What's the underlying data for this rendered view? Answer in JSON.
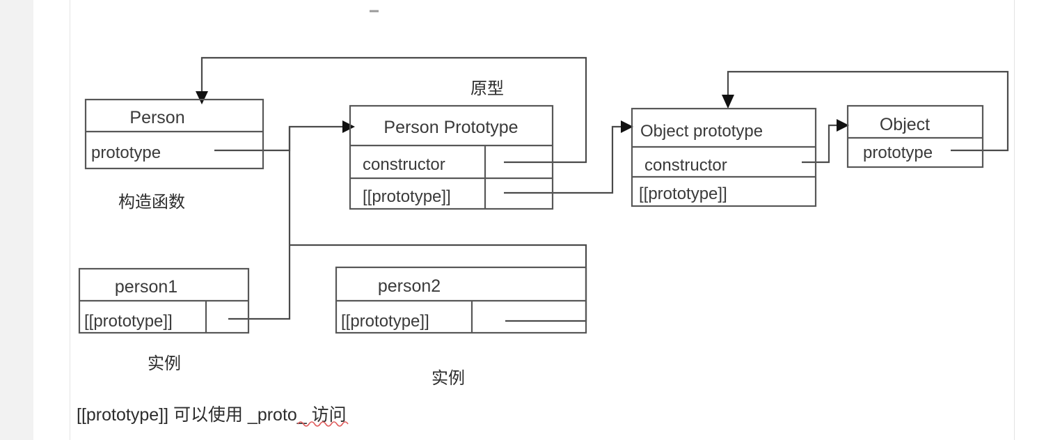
{
  "page": {
    "title": "JavaScript Prototype Chain Diagram",
    "background_color": "#ffffff",
    "panel_border_color": "#e3e3e3",
    "gutter_color": "#f2f2f2",
    "line_color": "#575757",
    "connector_color": "#4a4a4a",
    "text_color": "#3a3a3a",
    "spellcheck_underline_color": "#e05a5a"
  },
  "nodes": {
    "person": {
      "title": "Person",
      "rows": [
        "prototype"
      ],
      "caption": "构造函数"
    },
    "person_prototype": {
      "title": "Person Prototype",
      "rows": [
        "constructor",
        "[[prototype]]"
      ],
      "caption": "原型"
    },
    "object_prototype": {
      "title": "Object prototype",
      "rows": [
        "constructor",
        "[[prototype]]"
      ],
      "caption": ""
    },
    "object": {
      "title": "Object",
      "rows": [
        "prototype"
      ],
      "caption": ""
    },
    "person1": {
      "title": "person1",
      "rows": [
        "[[prototype]]"
      ],
      "caption": "实例"
    },
    "person2": {
      "title": "person2",
      "rows": [
        "[[prototype]]"
      ],
      "caption": "实例"
    }
  },
  "footnote": {
    "text": "[[prototype]] 可以使用 _proto_ 访问",
    "misspelled_token": "_proto_"
  },
  "edges": [
    {
      "from": "person.prototype",
      "to": "person_prototype",
      "label": ""
    },
    {
      "from": "person_prototype.constructor",
      "to": "person",
      "label": ""
    },
    {
      "from": "person_prototype.[[prototype]]",
      "to": "object_prototype",
      "label": ""
    },
    {
      "from": "object_prototype.constructor",
      "to": "object",
      "label": ""
    },
    {
      "from": "object.prototype",
      "to": "object_prototype",
      "label": ""
    },
    {
      "from": "person1.[[prototype]]",
      "to": "person_prototype",
      "label": ""
    },
    {
      "from": "person2.[[prototype]]",
      "to": "person_prototype",
      "label": ""
    }
  ]
}
